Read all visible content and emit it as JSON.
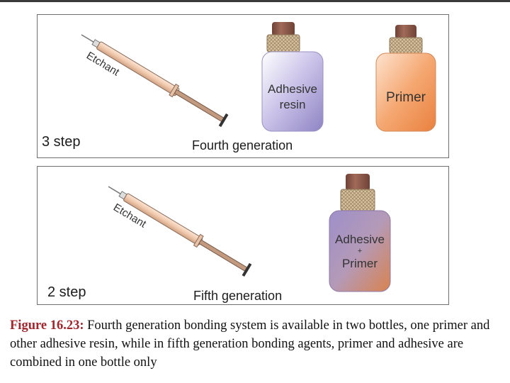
{
  "panel_fourth": {
    "syringe_label": "Etchant",
    "bottle_1_label_line1": "Adhesive",
    "bottle_1_label_line2": "resin",
    "bottle_2_label": "Primer",
    "step_label": "3 step",
    "generation_label": "Fourth generation"
  },
  "panel_fifth": {
    "syringe_label": "Etchant",
    "bottle_label_line1": "Adhesive",
    "bottle_label_line2": "+",
    "bottle_label_line3": "Primer",
    "step_label": "2 step",
    "generation_label": "Fifth generation"
  },
  "caption": {
    "figure_label": "Figure 16.23:",
    "text": " Fourth generation bonding system is available in two bottles, one primer and other adhesive resin, while in fifth generation bonding agents, primer and adhesive are combined in one bottle only"
  },
  "colors": {
    "figure_label": "#a3262d",
    "adhesive_bottle": "#b9b0dc",
    "primer_bottle": "#f0a06a",
    "combined_bottle_top": "#a89ac8",
    "combined_bottle_bottom": "#d98a5a",
    "cap": "#8a5a4c",
    "syringe_barrel": "#f3cfb6"
  }
}
